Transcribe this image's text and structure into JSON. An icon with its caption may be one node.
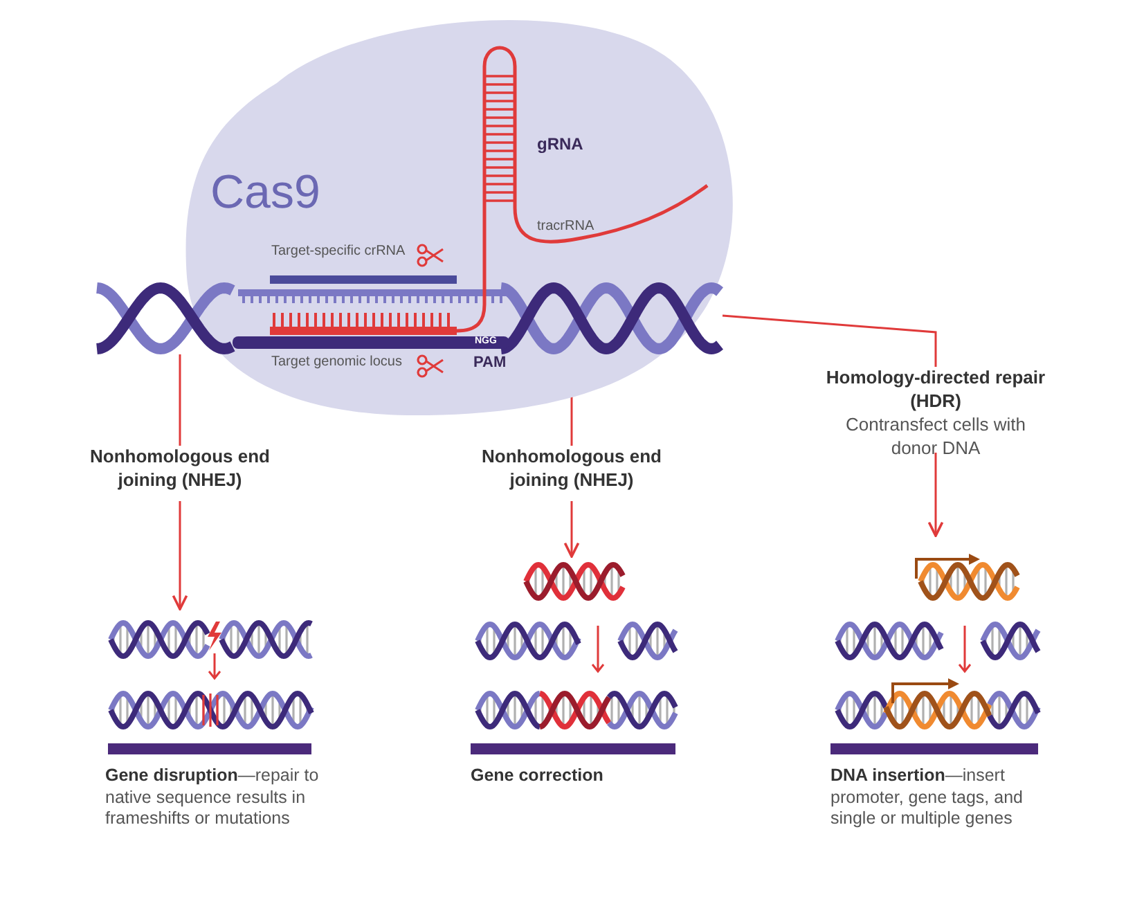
{
  "diagram": {
    "nodes": [
      {
        "text": [
          "Cas9",
          "gRNA",
          "tracrRNA",
          "Target-specific crRNA",
          "NGG",
          "Target genomic locus",
          "PAM"
        ]
      },
      {
        "text": [
          "Nonhomologous end joining (NHEJ)"
        ]
      },
      {
        "text": [
          "Nonhomologous end joining (NHEJ)"
        ]
      },
      {
        "text": [
          "Homology-directed repair (HDR)",
          "Contransfect cells with donor DNA"
        ]
      },
      {
        "text": [],
        "shape": "picture",
        "beside": [
          "**Gene disruption**—repair to native sequence results in frameshifts or mutations"
        ]
      },
      {
        "text": [],
        "shape": "picture",
        "beside": [
          "Gene correction"
        ]
      },
      {
        "text": [],
        "shape": "picture",
        "beside": [
          "**DNA insertion**—insert promoter, gene tags, and single or multiple genes"
        ]
      }
    ],
    "edges": [
      {
        "from": 0,
        "to": 1,
        "arrow": "none"
      },
      {
        "from": 1,
        "to": 4,
        "arrow": "to"
      },
      {
        "from": 0,
        "to": 2,
        "arrow": "none"
      },
      {
        "from": 2,
        "to": 5,
        "arrow": "to"
      },
      {
        "from": 0,
        "to": 3,
        "arrow": "none"
      },
      {
        "from": 3,
        "to": 6,
        "arrow": "to"
      }
    ]
  }
}
